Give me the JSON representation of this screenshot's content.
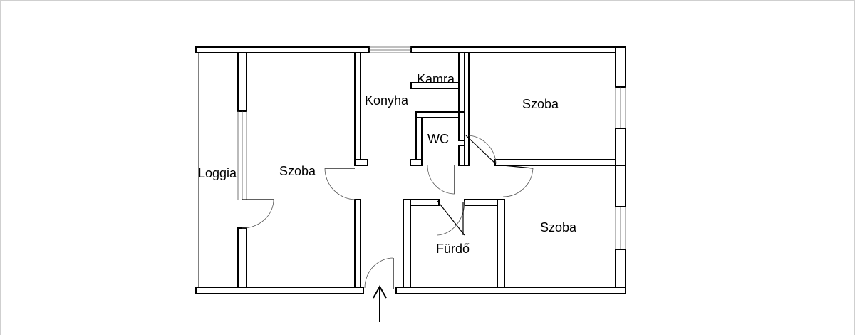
{
  "floor_plan": {
    "rooms": [
      {
        "id": "loggia",
        "label": "Loggia"
      },
      {
        "id": "szoba-left",
        "label": "Szoba"
      },
      {
        "id": "konyha",
        "label": "Konyha"
      },
      {
        "id": "kamra",
        "label": "Kamra"
      },
      {
        "id": "wc",
        "label": "WC"
      },
      {
        "id": "szoba-top-right",
        "label": "Szoba"
      },
      {
        "id": "szoba-bottom-right",
        "label": "Szoba"
      },
      {
        "id": "furdo",
        "label": "Fürdő"
      }
    ],
    "entrance_icon": "up-arrow-icon",
    "colors": {
      "wall": "#000000",
      "background": "#ffffff"
    }
  }
}
